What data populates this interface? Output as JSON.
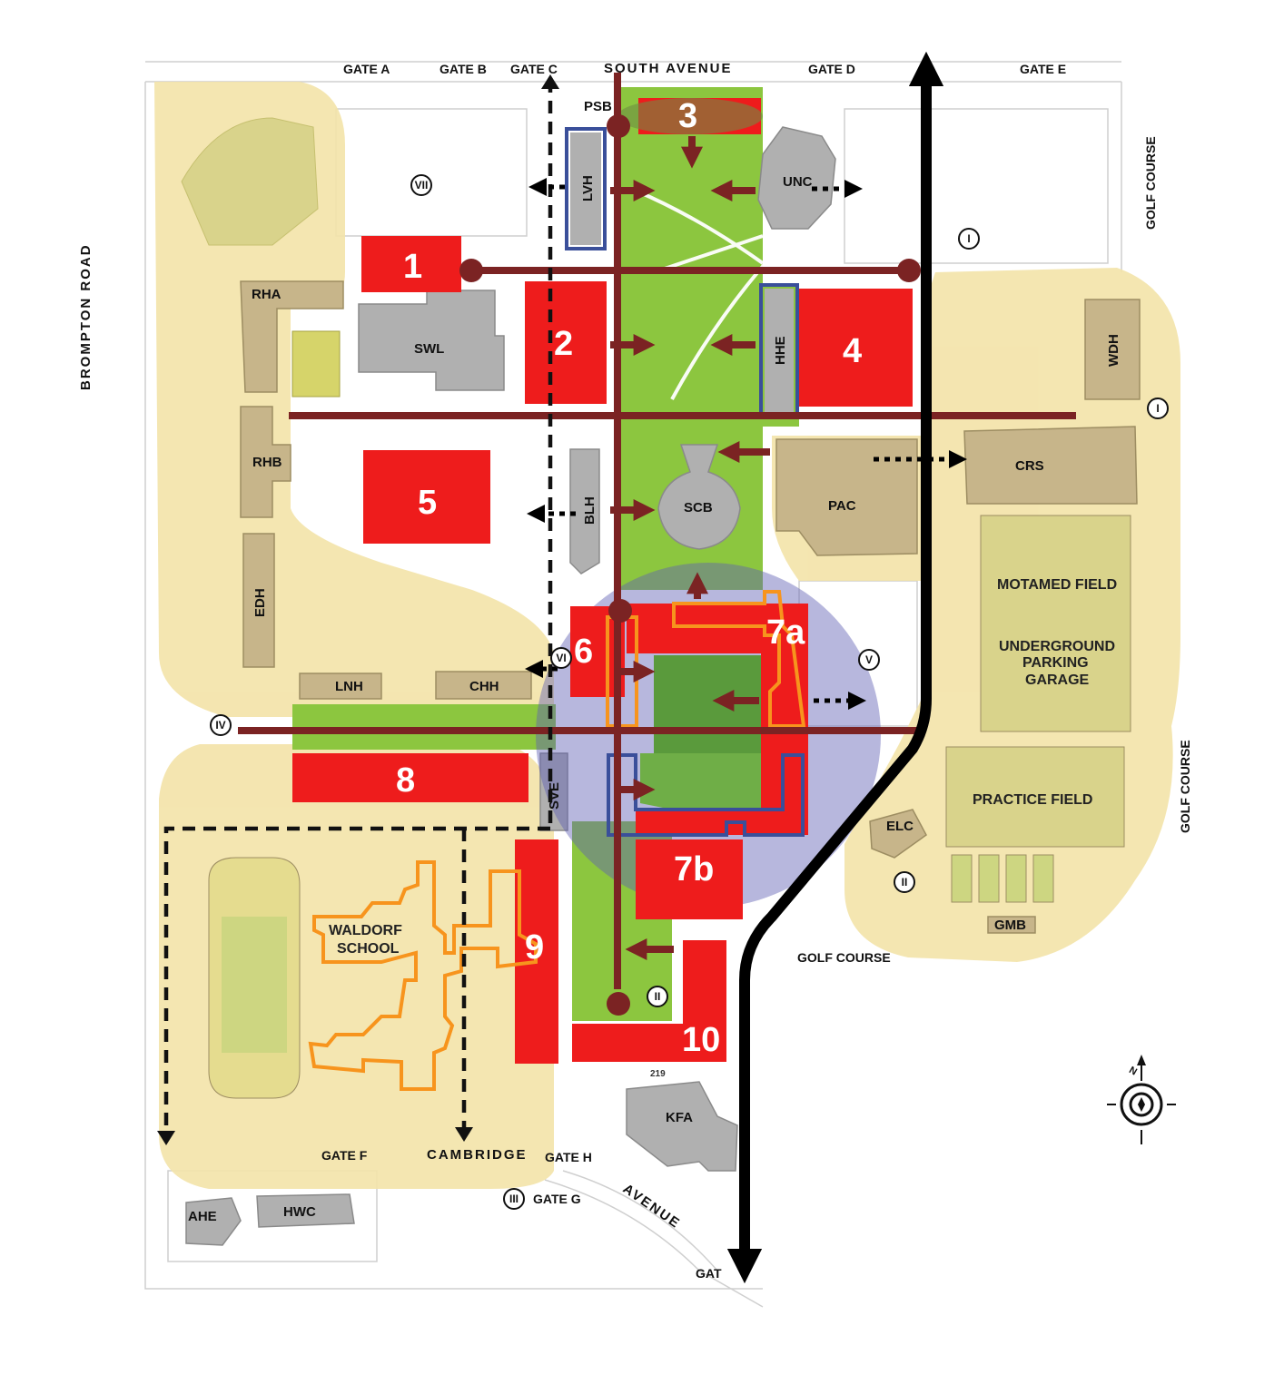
{
  "roads": {
    "north": "SOUTH AVENUE",
    "west": "BROMPTON ROAD",
    "south_a": "CAMBRIDGE",
    "south_b": "AVENUE",
    "golf_1": "GOLF COURSE",
    "golf_2": "GOLF COURSE",
    "golf_3": "GOLF COURSE"
  },
  "gates": {
    "a": "GATE A",
    "b": "GATE B",
    "c": "GATE C",
    "d": "GATE D",
    "e": "GATE E",
    "f": "GATE F",
    "g": "GATE G",
    "h": "GATE H",
    "partial": "GAT"
  },
  "buildings": {
    "psb": "PSB",
    "lvh": "LVH",
    "unc": "UNC",
    "rha": "RHA",
    "swl": "SWL",
    "hhe": "HHE",
    "wdh": "WDH",
    "rhb": "RHB",
    "blh": "BLH",
    "scb": "SCB",
    "pac": "PAC",
    "crs": "CRS",
    "edh": "EDH",
    "lnh": "LNH",
    "chh": "CHH",
    "sve": "SVE",
    "elc": "ELC",
    "gmb": "GMB",
    "kfa": "KFA",
    "ahe": "AHE",
    "hwc": "HWC",
    "road_219": "219"
  },
  "fields": {
    "motamed": "MOTAMED FIELD",
    "garage_1": "UNDERGROUND",
    "garage_2": "PARKING",
    "garage_3": "GARAGE",
    "practice": "PRACTICE FIELD",
    "waldorf_1": "WALDORF",
    "waldorf_2": "SCHOOL"
  },
  "sites": {
    "s1": "1",
    "s2": "2",
    "s3": "3",
    "s4": "4",
    "s5": "5",
    "s6": "6",
    "s7a": "7a",
    "s7b": "7b",
    "s8": "8",
    "s9": "9",
    "s10": "10"
  },
  "zones": {
    "z1a": "I",
    "z1b": "I",
    "z2a": "II",
    "z2b": "II",
    "z3": "III",
    "z4": "IV",
    "z5": "V",
    "z6": "VI",
    "z7": "VII"
  },
  "compass": "N",
  "colors": {
    "site_red": "#ee1c1c",
    "axis_maroon": "#7b2323",
    "green_space": "#8cc63f",
    "zone_tan": "#f3e3a8",
    "building_gray": "#b0b0b0",
    "building_tan": "#c7b58a",
    "outline_blue": "#3a4f9a",
    "outline_orange": "#f7941d",
    "route_black": "#000000"
  }
}
